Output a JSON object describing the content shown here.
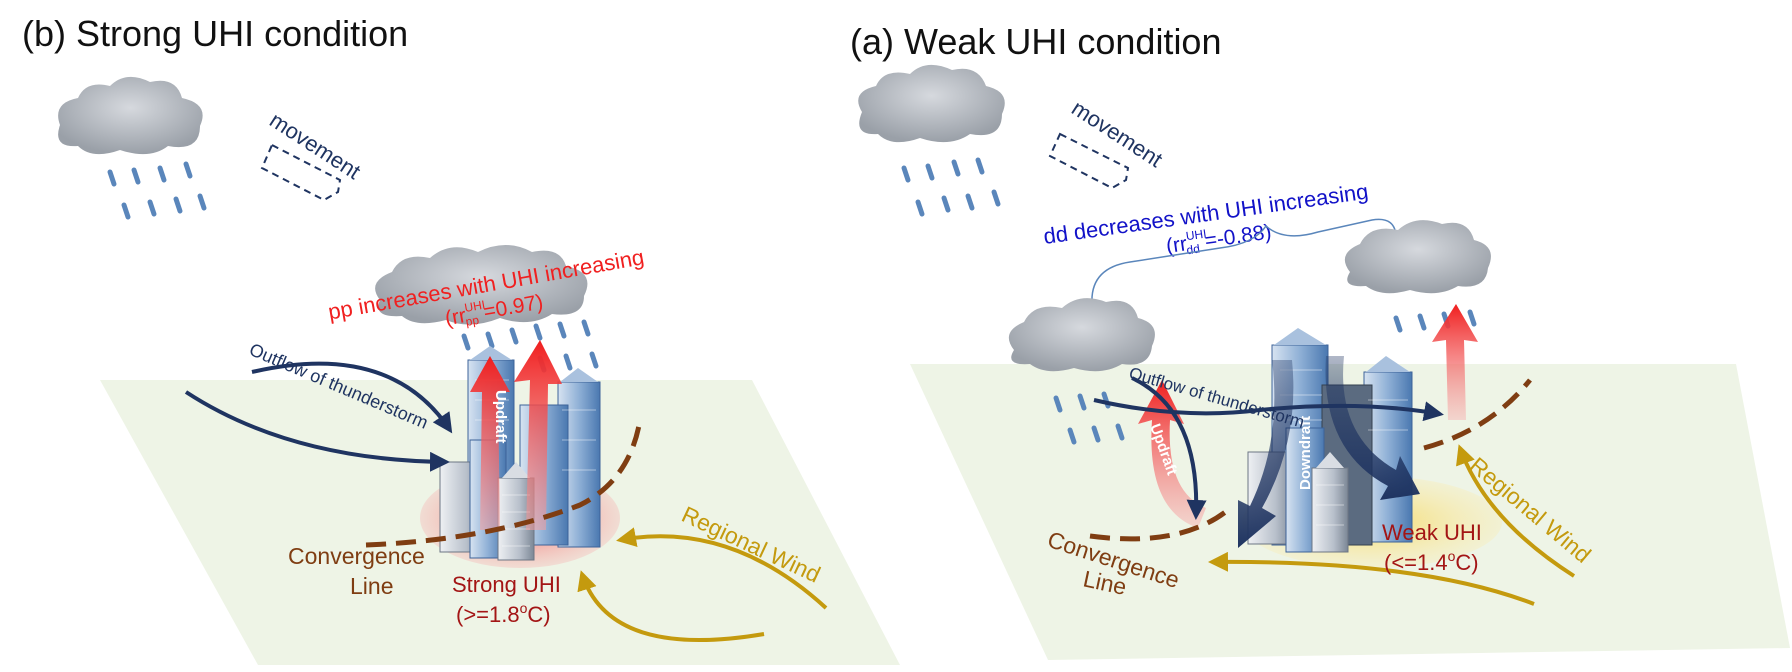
{
  "panel_b": {
    "title": "(b) Strong UHI condition",
    "movement": "movement",
    "pp_text": "pp increases with UHI increasing",
    "pp_rr_prefix": "(rr",
    "pp_rr_sup": "UHI",
    "pp_rr_sub": "pp",
    "pp_rr_value": "=0.97)",
    "outflow": "Outflow of thunderstorm",
    "updraft": "Updraft",
    "convergence_1": "Convergence",
    "convergence_2": "Line",
    "uhi_1": "Strong UHI",
    "uhi_2_prefix": "(>=1.8",
    "uhi_2_sup": "o",
    "uhi_2_suffix": "C)",
    "regional_wind": "Regional Wind"
  },
  "panel_a": {
    "title": "(a) Weak UHI condition",
    "movement": "movement",
    "dd_text": "dd decreases with UHI increasing",
    "dd_rr_prefix": "(rr",
    "dd_rr_sup": "UHI",
    "dd_rr_sub": "dd",
    "dd_rr_value": "=-0.88)",
    "outflow": "Outflow of thunderstorm",
    "updraft": "Updraft",
    "downdraft": "Downdraft",
    "convergence_1": "Convergence",
    "convergence_2": "Line",
    "uhi_1": "Weak UHI",
    "uhi_2_prefix": "(<=1.4",
    "uhi_2_sup": "o",
    "uhi_2_suffix": "C)",
    "regional_wind": "Regional Wind"
  },
  "colors": {
    "ground": "#eef4e6",
    "cloud": "#a9aeb6",
    "rain": "#5a86bb",
    "navy_arrow": "#1f3461",
    "wind_gold": "#c49a0e",
    "convergence": "#7f3d12",
    "updraft_red": "#f03838",
    "strong_uhi_red": "#a31515",
    "dd_blue": "#1212c8"
  }
}
